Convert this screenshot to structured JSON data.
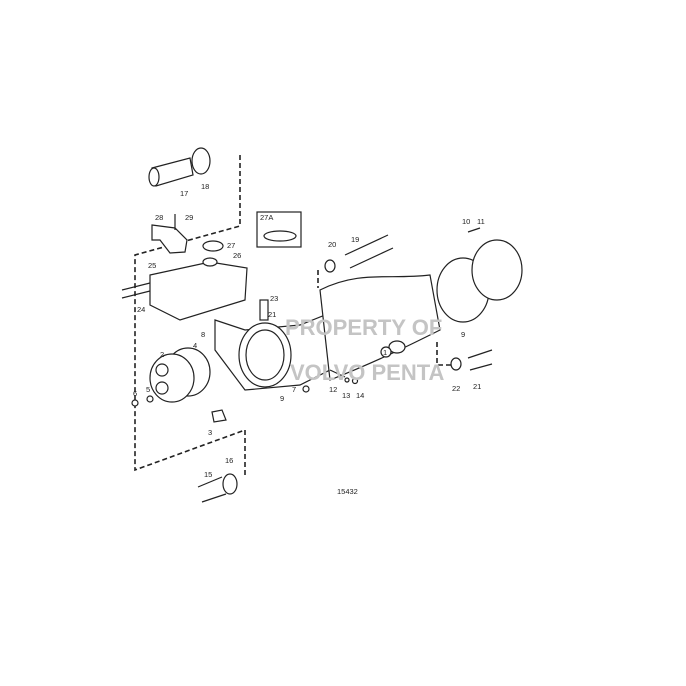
{
  "watermark": {
    "line1": "PROPERTY OF",
    "line2": "VOLVO PENTA"
  },
  "drawing_number": "15432",
  "callouts": [
    "17",
    "18",
    "28",
    "29",
    "27A",
    "27",
    "26",
    "25",
    "24",
    "23",
    "21",
    "8",
    "4",
    "2",
    "6",
    "5",
    "9",
    "7",
    "12",
    "13",
    "14",
    "3",
    "15",
    "16",
    "1",
    "20",
    "19",
    "10",
    "11",
    "9",
    "22",
    "21"
  ]
}
